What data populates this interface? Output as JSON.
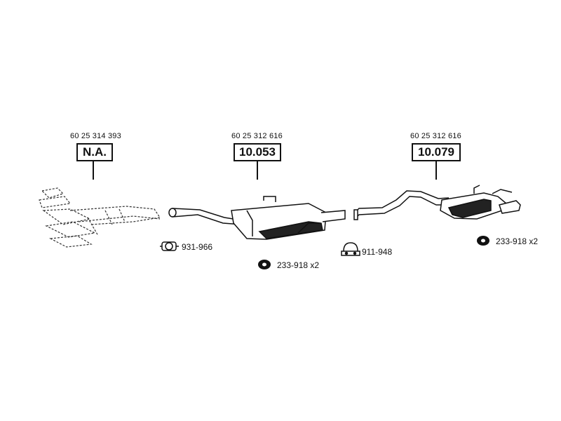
{
  "parts": [
    {
      "oem": "60 25 314 393",
      "code": "N.A."
    },
    {
      "oem": "60 25 312 616",
      "code": "10.053"
    },
    {
      "oem": "60 25 312 616",
      "code": "10.079"
    }
  ],
  "accessories": [
    {
      "icon": "exhaust-clamp-icon",
      "label": "931-966"
    },
    {
      "icon": "rubber-mount-icon",
      "label": "233-918 x2"
    },
    {
      "icon": "pipe-clamp-icon",
      "label": "911-948"
    },
    {
      "icon": "rubber-mount-icon",
      "label": "233-918 x2"
    }
  ]
}
